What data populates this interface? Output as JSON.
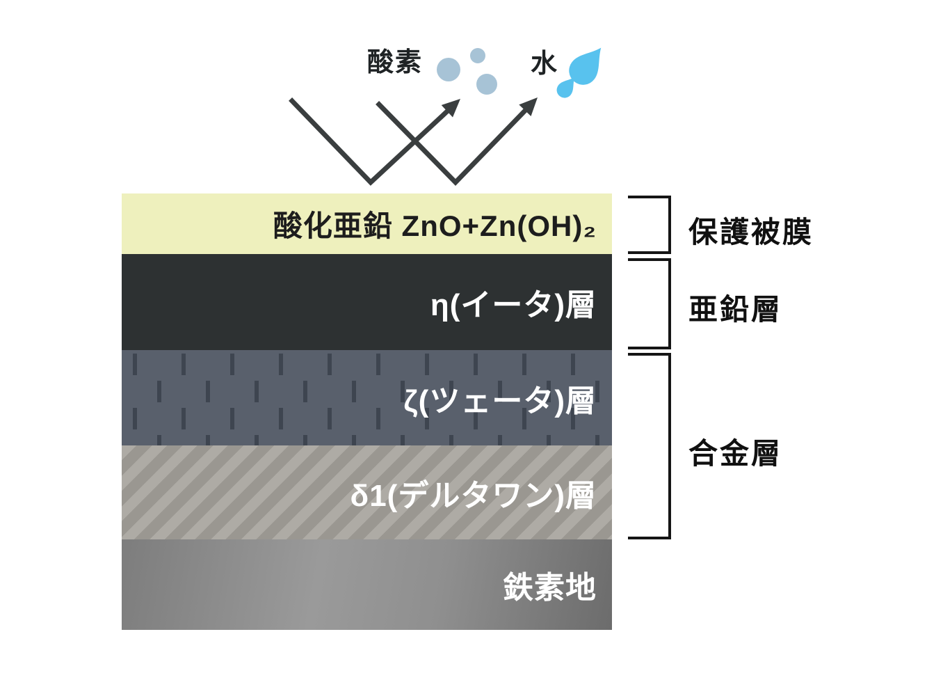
{
  "diagram": {
    "top_labels": {
      "oxygen": "酸素",
      "water": "水"
    },
    "layers": [
      {
        "label": "酸化亜鉛 ZnO+Zn(OH)₂",
        "color": "#eef0bd",
        "text_color": "#1d1d1d"
      },
      {
        "label": "η(イータ)層",
        "color": "#2d3132",
        "text_color": "#ffffff"
      },
      {
        "label": "ζ(ツェータ)層",
        "color": "#59606c",
        "text_color": "#ffffff"
      },
      {
        "label": "δ1(デルタワン)層",
        "color": "#a5a29d",
        "text_color": "#ffffff"
      },
      {
        "label": "鉄素地",
        "color": "#8a8a8a",
        "text_color": "#ffffff"
      }
    ],
    "brackets": [
      {
        "label": "保護被膜"
      },
      {
        "label": "亜鉛層"
      },
      {
        "label": "合金層"
      }
    ],
    "icons": {
      "oxygen_bubbles": "bubble-cluster-icon",
      "water_drops": "water-drop-icon",
      "arrows": "bounce-reflect-arrows-icon"
    },
    "colors": {
      "arrow": "#3a3e3f",
      "bubble": "#a7c3d6",
      "water_drop": "#58c2ee",
      "bracket": "#151515",
      "background": "#ffffff"
    }
  }
}
